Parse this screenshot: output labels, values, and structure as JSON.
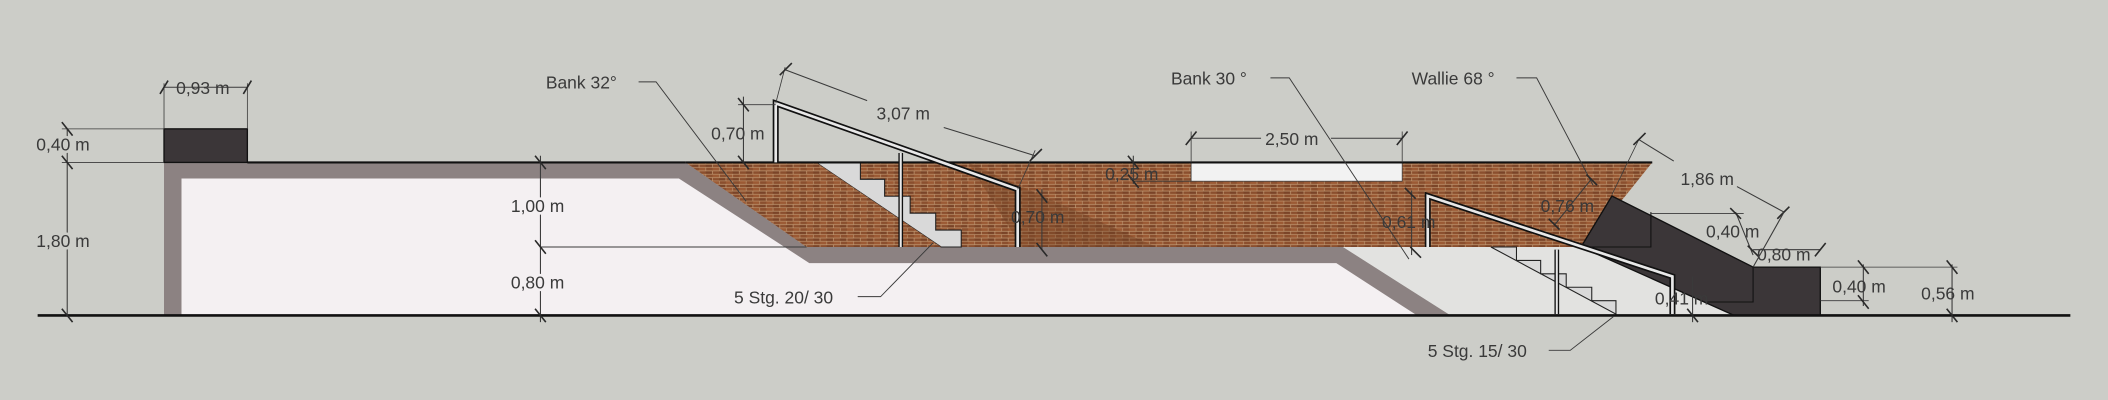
{
  "colors": {
    "background": "#cccdc8",
    "frame": "#8c8282",
    "interior": "#f4f0f2",
    "dark_block": "#3b3638",
    "brick": "#8b4f2e",
    "concrete": "#e2e2e0"
  },
  "labels": {
    "bank_32": "Bank 32°",
    "bank_30": "Bank 30 °",
    "wallie_68": "Wallie 68 °",
    "stairs_20_30": "5 Stg. 20/ 30",
    "stairs_15_30": "5 Stg. 15/ 30"
  },
  "dimensions": {
    "block_width": "0,93 m",
    "block_height": "0,40 m",
    "total_height": "1,80 m",
    "upper_height": "1,00 m",
    "lower_height": "0,80 m",
    "rail1_height": "0,70 m",
    "rail1_length": "3,07 m",
    "rail1_post": "0,70 m",
    "box_height": "0,25 m",
    "box_width": "2,50 m",
    "rail2_height": "0,61 m",
    "wallie_height": "0,76 m",
    "wallie_length": "1,86 m",
    "wallie_offset": "0,40 m",
    "wallie_step": "0,80 m",
    "end_block_height": "0,40 m",
    "end_total_height": "0,56 m",
    "rail2_end": "0,41 m"
  }
}
